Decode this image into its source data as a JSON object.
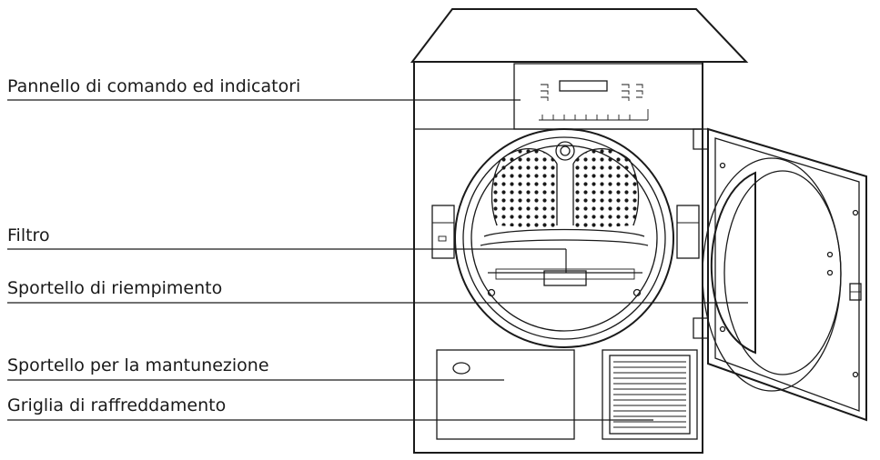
{
  "labels": {
    "control_panel": "Pannello di comando ed indicatori",
    "filter": "Filtro",
    "loading_door": "Sportello di riempimento",
    "maintenance_door": "Sportello per la mantunezione",
    "cooling_grille": "Griglia di raffreddamento"
  }
}
